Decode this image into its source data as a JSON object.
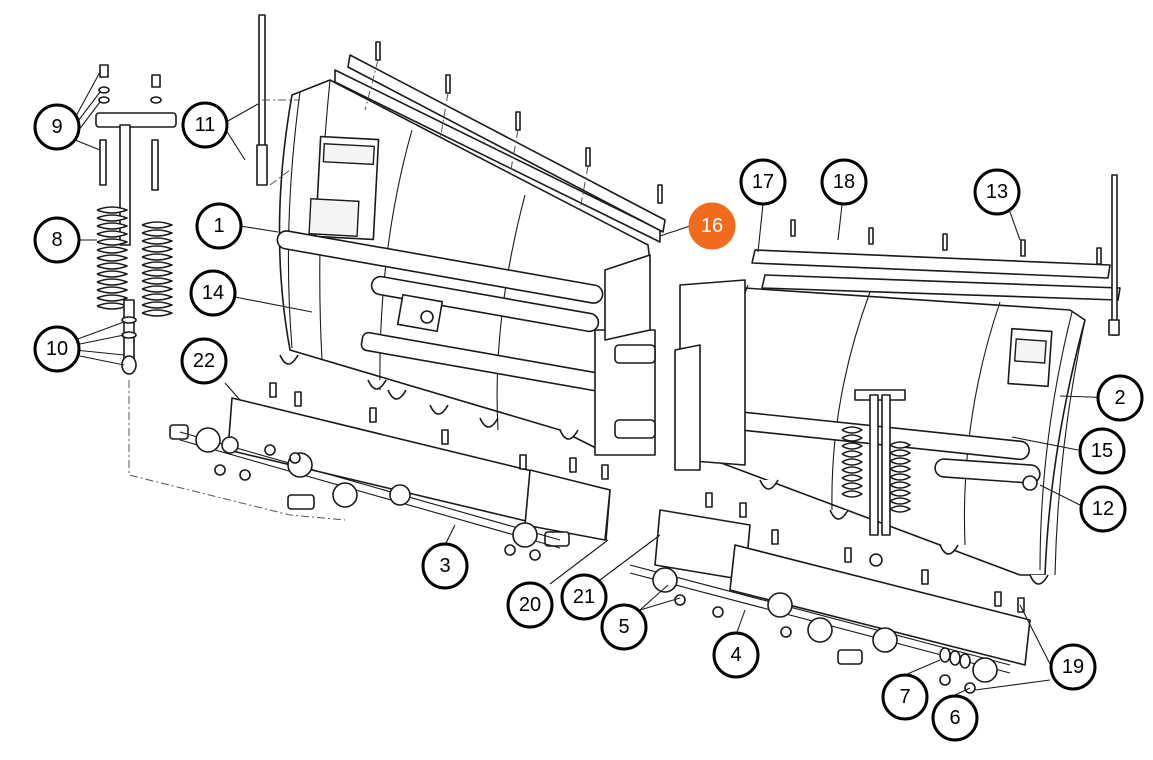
{
  "highlight_color": "#f26b1d",
  "callouts": [
    {
      "id": "callout-1",
      "label": "1",
      "highlight": false
    },
    {
      "id": "callout-2",
      "label": "2",
      "highlight": false
    },
    {
      "id": "callout-3",
      "label": "3",
      "highlight": false
    },
    {
      "id": "callout-4",
      "label": "4",
      "highlight": false
    },
    {
      "id": "callout-5",
      "label": "5",
      "highlight": false
    },
    {
      "id": "callout-6",
      "label": "6",
      "highlight": false
    },
    {
      "id": "callout-7",
      "label": "7",
      "highlight": false
    },
    {
      "id": "callout-8",
      "label": "8",
      "highlight": false
    },
    {
      "id": "callout-9",
      "label": "9",
      "highlight": false
    },
    {
      "id": "callout-10",
      "label": "10",
      "highlight": false
    },
    {
      "id": "callout-11",
      "label": "11",
      "highlight": false
    },
    {
      "id": "callout-12",
      "label": "12",
      "highlight": false
    },
    {
      "id": "callout-13",
      "label": "13",
      "highlight": false
    },
    {
      "id": "callout-14",
      "label": "14",
      "highlight": false
    },
    {
      "id": "callout-15",
      "label": "15",
      "highlight": false
    },
    {
      "id": "callout-16",
      "label": "16",
      "highlight": true
    },
    {
      "id": "callout-17",
      "label": "17",
      "highlight": false
    },
    {
      "id": "callout-18",
      "label": "18",
      "highlight": false
    },
    {
      "id": "callout-19",
      "label": "19",
      "highlight": false
    },
    {
      "id": "callout-20",
      "label": "20",
      "highlight": false
    },
    {
      "id": "callout-21",
      "label": "21",
      "highlight": false
    },
    {
      "id": "callout-22",
      "label": "22",
      "highlight": false
    }
  ]
}
